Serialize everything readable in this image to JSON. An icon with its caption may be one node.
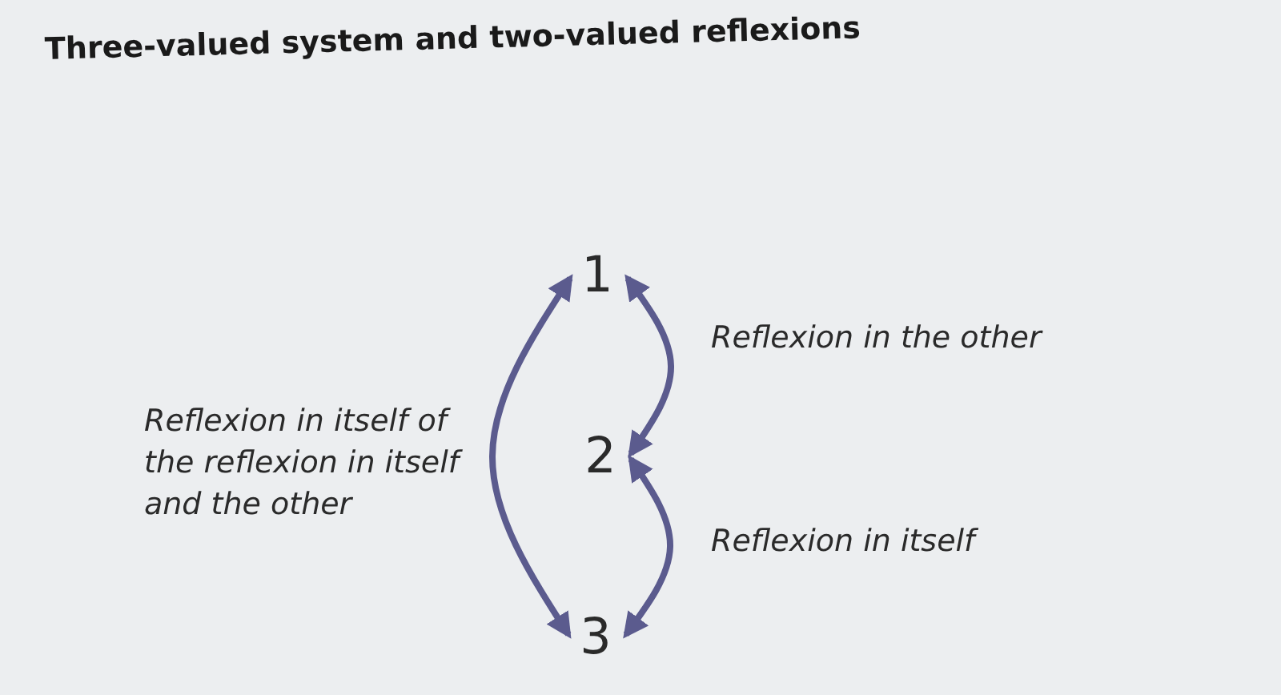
{
  "diagram": {
    "title": "Three-valued system and two-valued reflexions",
    "nodes": [
      {
        "text": [
          "1"
        ]
      },
      {
        "text": [
          "2"
        ]
      },
      {
        "text": [
          "3"
        ]
      }
    ],
    "edges": [
      {
        "from": 0,
        "to": 2,
        "arrow": "both",
        "label": "Reflexion in itself of the reflexion in itself and the other"
      },
      {
        "from": 0,
        "to": 1,
        "arrow": "both",
        "label": "Reflexion in the other"
      },
      {
        "from": 1,
        "to": 2,
        "arrow": "both",
        "label": "Reflexion in itself"
      }
    ]
  }
}
